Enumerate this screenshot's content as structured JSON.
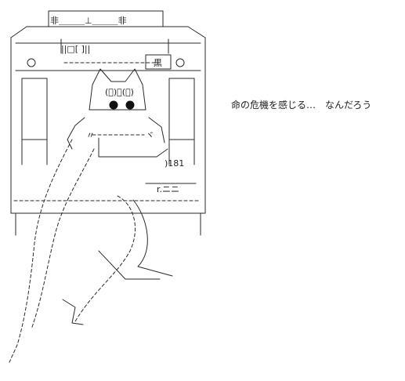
{
  "art": {
    "header_label": "非＿＿＿⊥＿＿＿非",
    "window_symbols": "||□[ ]||",
    "sign_text": "黒",
    "face": "(ﾟ)＝(ﾟ)",
    "car_number": ")181",
    "plate_text": "r.ニニ",
    "side_mark_left": "〃",
    "side_mark_right": "ヾ"
  },
  "caption": {
    "text": "命の危機を感じる…　なんだろう"
  }
}
